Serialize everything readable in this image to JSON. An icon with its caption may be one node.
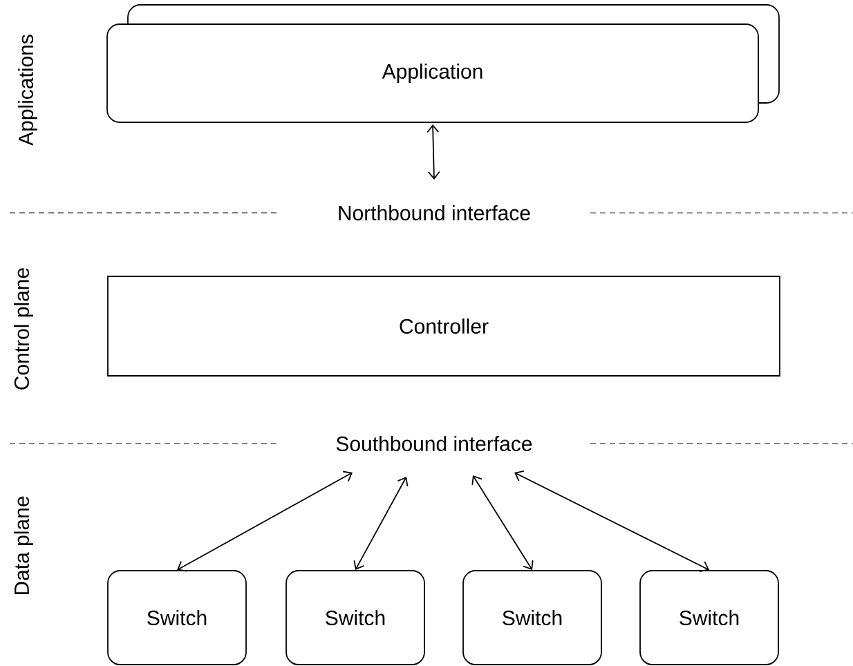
{
  "diagram": {
    "nodes": [
      {
        "text": [
          "Application"
        ]
      },
      {
        "text": [
          "Northbound interface"
        ]
      },
      {
        "text": [
          "Controller"
        ]
      },
      {
        "text": [
          "Southbound interface"
        ]
      },
      {
        "text": [
          "Switch"
        ]
      },
      {
        "text": [
          "Switch"
        ]
      },
      {
        "text": [
          "Switch"
        ]
      },
      {
        "text": [
          "Switch"
        ]
      }
    ],
    "edges": [
      {
        "from": 0,
        "to": 1,
        "arrow": "both"
      },
      {
        "from": 3,
        "to": 4,
        "arrow": "both"
      },
      {
        "from": 3,
        "to": 5,
        "arrow": "both"
      },
      {
        "from": 3,
        "to": 6,
        "arrow": "both"
      },
      {
        "from": 3,
        "to": 7,
        "arrow": "both"
      }
    ],
    "labels": [
      "Applications",
      "Control plane",
      "Data plane"
    ]
  }
}
